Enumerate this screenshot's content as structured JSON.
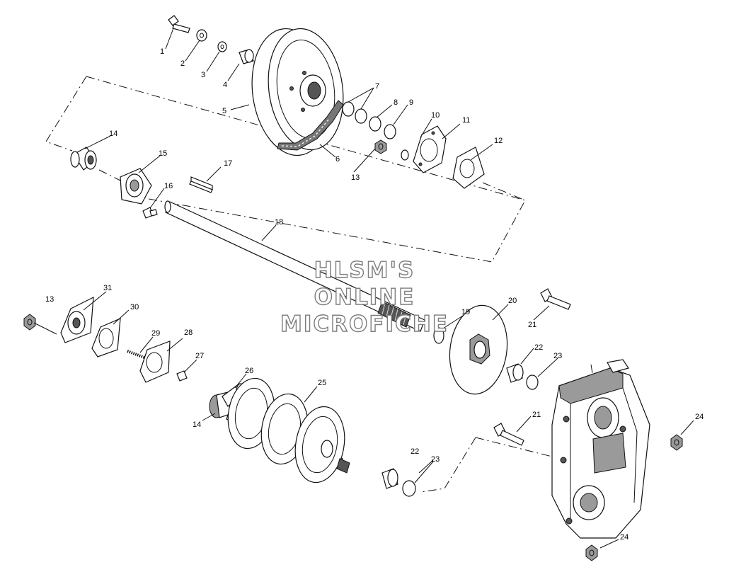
{
  "watermark": {
    "line1": "HLSM'S",
    "line2": "ONLINE",
    "line3": "MICROFICHE"
  },
  "callouts": [
    "1",
    "2",
    "3",
    "4",
    "5",
    "6",
    "7",
    "8",
    "9",
    "10",
    "11",
    "12",
    "13",
    "14",
    "15",
    "16",
    "17",
    "18",
    "13",
    "31",
    "30",
    "29",
    "28",
    "27",
    "26",
    "25",
    "14",
    "19",
    "20",
    "21",
    "22",
    "23",
    "21",
    "22",
    "23",
    "24",
    "24"
  ]
}
